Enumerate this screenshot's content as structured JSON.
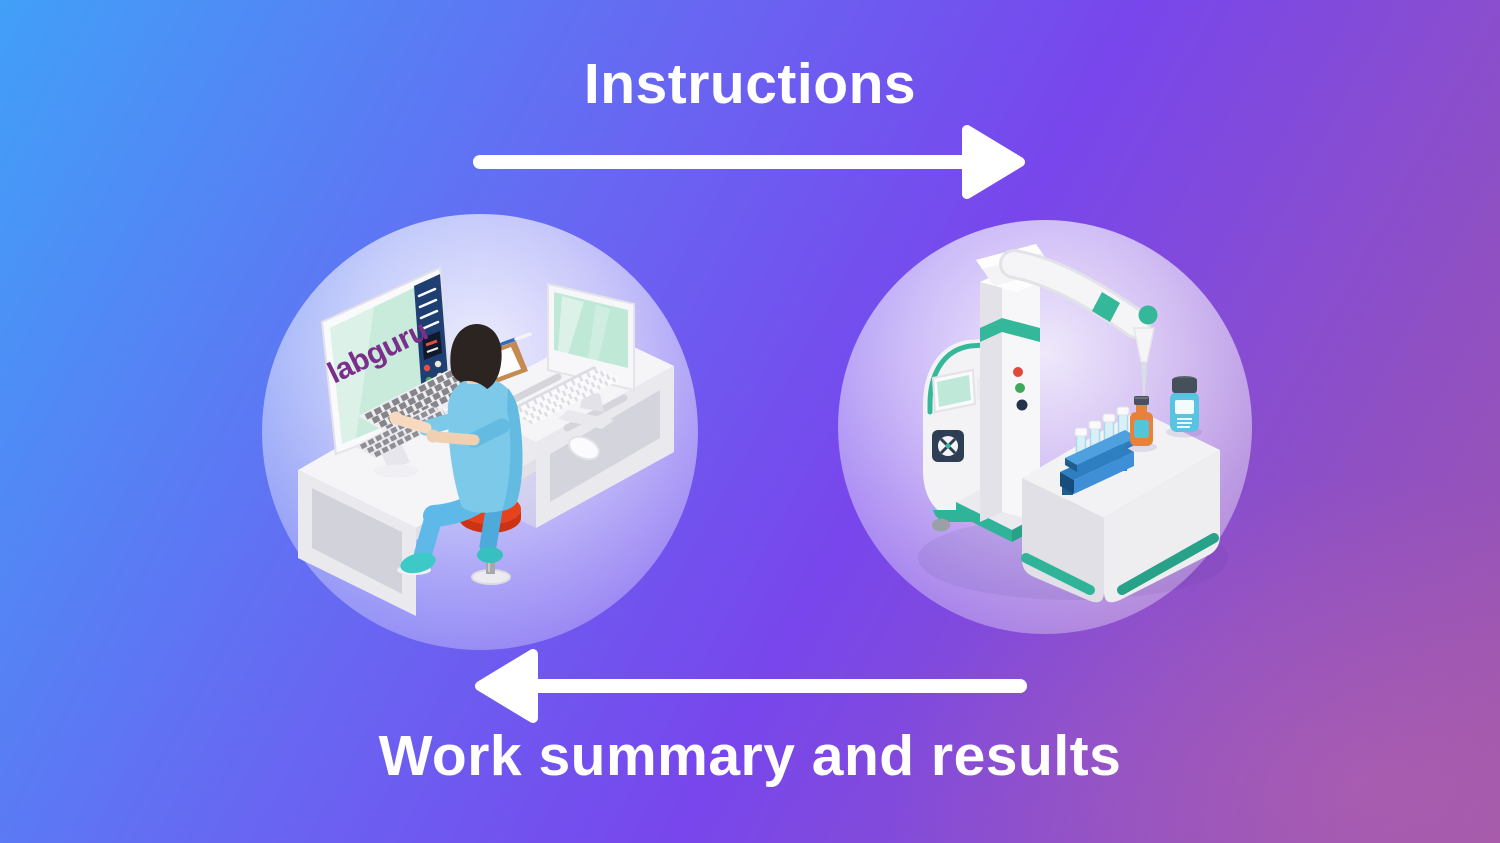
{
  "flows": {
    "top": {
      "label": "Instructions",
      "direction": "right"
    },
    "bottom": {
      "label": "Work summary and results",
      "direction": "left"
    }
  },
  "scenes": {
    "left": {
      "name": "researcher-at-computer",
      "screen_logo": "labguru",
      "objects": [
        "monitor-with-labguru-software",
        "secondary-monitor",
        "keyboards",
        "mouse",
        "clipboard",
        "pen",
        "l-shaped-desk",
        "red-stool",
        "researcher"
      ]
    },
    "right": {
      "name": "automated-lab-instrument",
      "objects": [
        "liquid-handler-robot-arm",
        "pipette-tip",
        "control-tower-with-indicator-lights",
        "mini-screen",
        "fan-vent",
        "test-tube-rack-with-4-tubes",
        "orange-reagent-vial",
        "blue-reagent-jar",
        "lab-bench"
      ]
    }
  },
  "colors": {
    "background_top_left": "#41A0F8",
    "background_middle": "#7846EC",
    "background_bottom_right": "#9C55AC",
    "arrow_and_text": "#FFFFFF",
    "labguru_logo_purple": "#7B2E8A",
    "screen_mint": "#C9EBDC",
    "machine_accent_teal": "#2FB49A",
    "stool_red": "#E8421C",
    "rack_blue": "#3E8FD6",
    "shirt_blue": "#7CC9E9"
  }
}
